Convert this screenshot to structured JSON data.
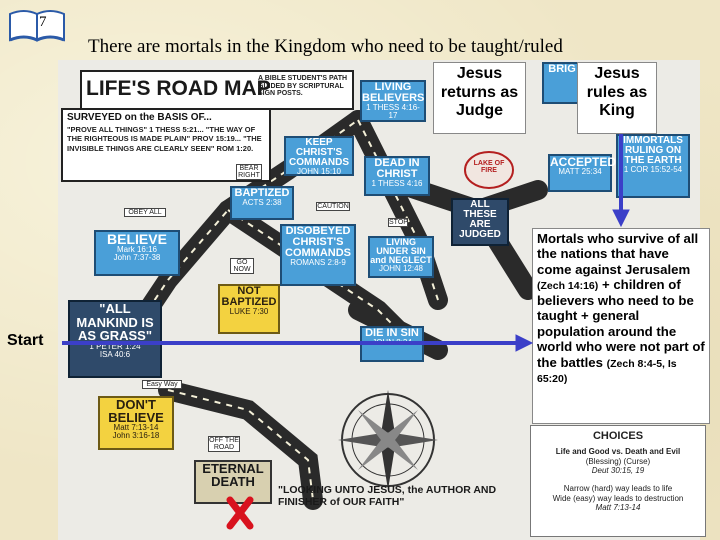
{
  "slide": {
    "number": "7"
  },
  "title": "There are mortals in the Kingdom who need to be taught/ruled",
  "callouts": {
    "judge": "Jesus returns as Judge",
    "king": "Jesus rules as King",
    "mortals_main": "Mortals who survive of all the nations that have come against Jerusalem",
    "mortals_ref1": "(Zech 14:16)",
    "mortals_mid": "+ children of believers who need to be taught + general population around the world who were not part of the battles",
    "mortals_ref2": "(Zech 8:4-5, Is 65:20)",
    "start": "Start"
  },
  "map": {
    "heading": "LIFE'S ROAD MAP",
    "subheading": "A BIBLE STUDENT'S PATH GUIDED BY SCRIPTURAL SIGN POSTS.",
    "surveyed": "SURVEYED on the BASIS OF...",
    "surveyed_text": "\"PROVE ALL THINGS\" 1 THESS 5:21... \"THE WAY OF THE RIGHTEOUS IS MADE PLAIN\" PROV 15:19... \"THE INVISIBLE THINGS ARE CLEARLY SEEN\" ROM 1:20.",
    "signs": {
      "living_believers": "LIVING BELIEVERS",
      "living_believers_ref": "1 THESS 4:16-17",
      "bright": "BRIG",
      "keep_commands": "KEEP CHRIST'S COMMANDS",
      "keep_ref": "JOHN 15:10",
      "dead_in_christ": "DEAD IN CHRIST",
      "dead_ref": "1 THESS 4:16",
      "lake_of_fire": "LAKE OF FIRE",
      "accepted": "ACCEPTED",
      "accepted_ref": "MATT 25:34",
      "immortals": "IMMORTALS RULING ON THE EARTH",
      "immortals_ref": "1 COR 15:52-54",
      "all_judged": "ALL THESE ARE JUDGED",
      "baptized": "BAPTIZED",
      "baptized_ref": "ACTS 2:38",
      "disobeyed": "DISOBEYED CHRIST'S COMMANDS",
      "disobeyed_ref": "ROMANS 2:8-9",
      "living_in_sin": "LIVING UNDER SIN and NEGLECT",
      "living_sin_ref": "JOHN 12:48",
      "believe": "BELIEVE",
      "believe_ref1": "Mark 16:16",
      "believe_ref2": "John 7:37-38",
      "not_baptized": "NOT BAPTIZED",
      "not_baptized_ref": "LUKE 7:30",
      "all_mankind": "\"ALL MANKIND IS AS GRASS\"",
      "all_mankind_ref1": "1 PETER 1:24",
      "all_mankind_ref2": "ISA 40:6",
      "die_in_sin": "DIE IN SIN",
      "die_ref": "JOHN 8:24",
      "dont_believe": "DON'T BELIEVE",
      "dont_ref1": "Matt 7:13-14",
      "dont_ref2": "John 3:16-18",
      "eternal_death": "ETERNAL DEATH",
      "looking": "\"LOOKING UNTO JESUS, the AUTHOR AND FINISHER of OUR FAITH\"",
      "obey_all": "OBEY ALL",
      "go_now": "GO NOW",
      "bold_right": "BEAR RIGHT",
      "caution": "CAUTION",
      "stop": "STOP",
      "easy_way": "Easy Way",
      "off_road": "OFF THE ROAD"
    },
    "choices": {
      "heading": "CHOICES",
      "line1": "Life and Good  vs. Death and Evil",
      "line2": "(Blessing)          (Curse)",
      "line3": "Deut 30:15, 19",
      "line4": "Narrow (hard) way leads to life",
      "line5": "Wide (easy) way leads to destruction",
      "line6": "Matt 7:13-14"
    }
  },
  "colors": {
    "arrow": "#3b3fc8",
    "sign_blue": "#4a9fd8",
    "x_red": "#d8121e"
  }
}
